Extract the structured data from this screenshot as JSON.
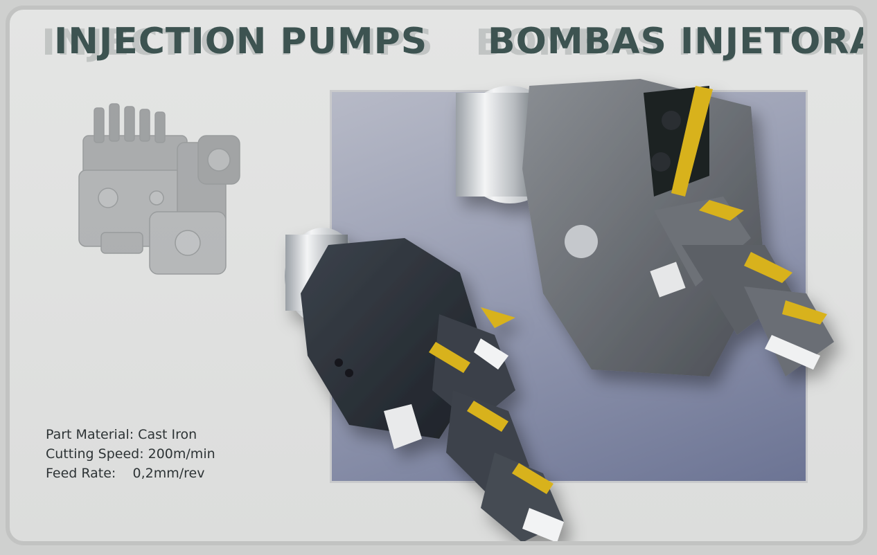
{
  "header": {
    "title_en": "INJECTION PUMPS",
    "title_pt": "BOMBAS INJETORAS"
  },
  "images": {
    "pump": "injection-pump-photo",
    "tools": "boring-tool-renders"
  },
  "specs": {
    "part_material": "Part Material: Cast Iron",
    "cutting_speed": "Cutting Speed: 200m/min",
    "feed_rate": "Feed Rate:    0,2mm/rev"
  },
  "colors": {
    "title": "#3d5351",
    "insert_gold": "#d8b21c",
    "tool_body": "#2a2f35",
    "panel_blue": "#8f95ad"
  }
}
